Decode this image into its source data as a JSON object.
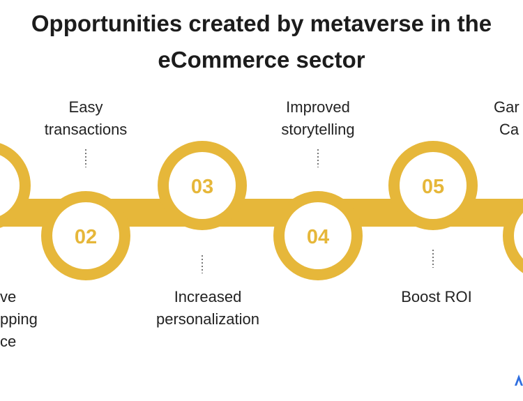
{
  "title": {
    "line1": "Opportunities created by metaverse in the",
    "line2": "eCommerce sector"
  },
  "steps": [
    {
      "number": "",
      "label_line1": "ve",
      "label_line2": "pping",
      "label_line3": "ce"
    },
    {
      "number": "02",
      "label_line1": "Easy",
      "label_line2": "transactions"
    },
    {
      "number": "03",
      "label_line1": "Increased",
      "label_line2": "personalization"
    },
    {
      "number": "04",
      "label_line1": "Improved",
      "label_line2": "storytelling"
    },
    {
      "number": "05",
      "label_line1": "Boost ROI"
    },
    {
      "number": "",
      "label_line1": "Gar",
      "label_line2": "Ca"
    }
  ],
  "colors": {
    "accent": "#E6B73A",
    "inner": "#ffffff",
    "connector": "#555555",
    "logo": "#2f6fe0"
  }
}
